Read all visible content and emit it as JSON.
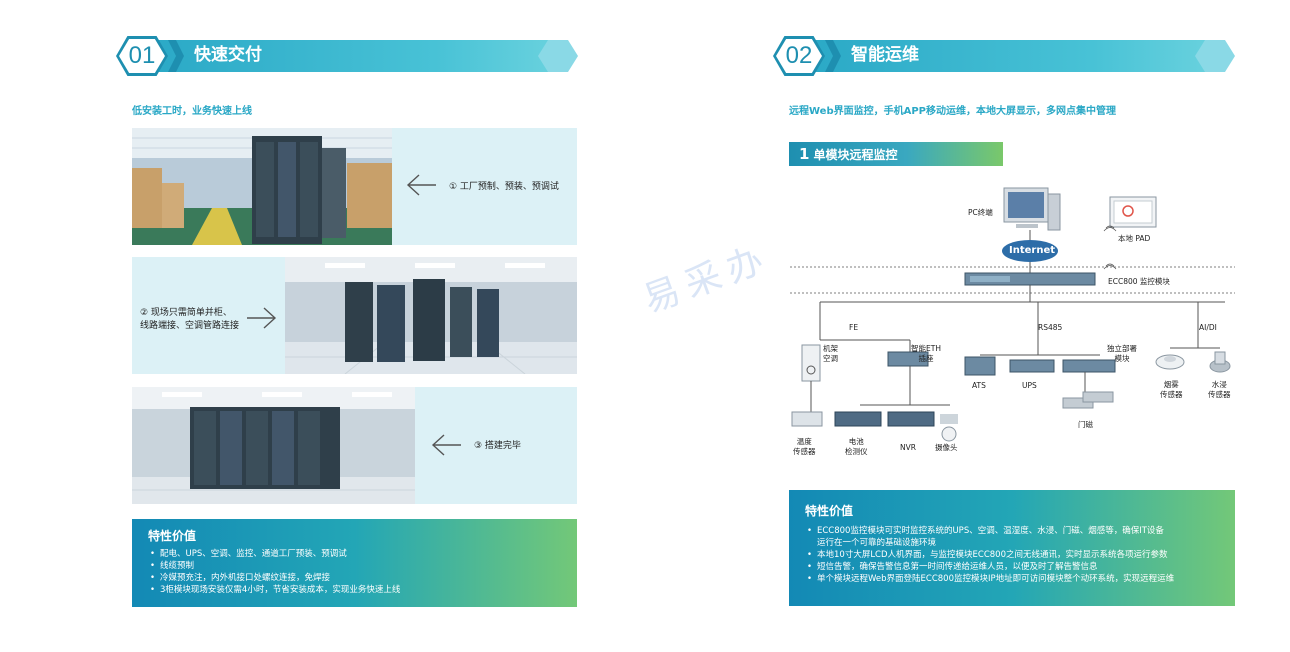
{
  "left": {
    "number": "01",
    "title": "快速交付",
    "subtitle": "低安装工时，业务快速上线",
    "steps": [
      {
        "caption": "① 工厂预制、预装、预调试"
      },
      {
        "caption_line1": "② 现场只需简单并柜、",
        "caption_line2": "线路端接、空调管路连接"
      },
      {
        "caption": "③ 搭建完毕"
      }
    ],
    "feature": {
      "heading": "特性价值",
      "items": [
        "配电、UPS、空调、监控、通道工厂预装、预调试",
        "线缆预制",
        "冷媒预充注，内外机接口处螺纹连接，免焊接",
        "3柜模块现场安装仅需4小时，节省安装成本，实现业务快速上线"
      ]
    }
  },
  "right": {
    "number": "02",
    "title": "智能运维",
    "subtitle": "远程Web界面监控，手机APP移动运维，本地大屏显示，多网点集中管理",
    "module": {
      "num": "1",
      "label": "单模块远程监控"
    },
    "diagram": {
      "pc": "PC终端",
      "internet": "Internet",
      "pad": "本地 PAD",
      "ecc": "ECC800 监控模块",
      "fe": "FE",
      "rs485": "RS485",
      "aidi": "AI/DI",
      "rack_ac_1": "机架",
      "rack_ac_2": "空调",
      "eth_1": "智能ETH",
      "eth_2": "插座",
      "indep_1": "独立部署",
      "indep_2": "模块",
      "ats": "ATS",
      "ups": "UPS",
      "smoke_1": "烟雾",
      "smoke_2": "传感器",
      "water_1": "水浸",
      "water_2": "传感器",
      "temp_1": "温度",
      "temp_2": "传感器",
      "battery_1": "电池",
      "battery_2": "检测仪",
      "nvr": "NVR",
      "camera": "摄像头",
      "door": "门磁"
    },
    "feature": {
      "heading": "特性价值",
      "items": [
        "ECC800监控模块可实时监控系统的UPS、空调、温湿度、水浸、门磁、烟感等，确保IT设备",
        "运行在一个可靠的基础设施环境",
        "本地10寸大屏LCD人机界面，与监控模块ECC800之间无线通讯，实时显示系统各项运行参数",
        "短信告警，确保告警信息第一时间传递给运维人员，以便及时了解告警信息",
        "单个模块远程Web界面登陆ECC800监控模块IP地址即可访问模块整个动环系统，实现远程运维"
      ]
    }
  },
  "watermark": "易采办"
}
